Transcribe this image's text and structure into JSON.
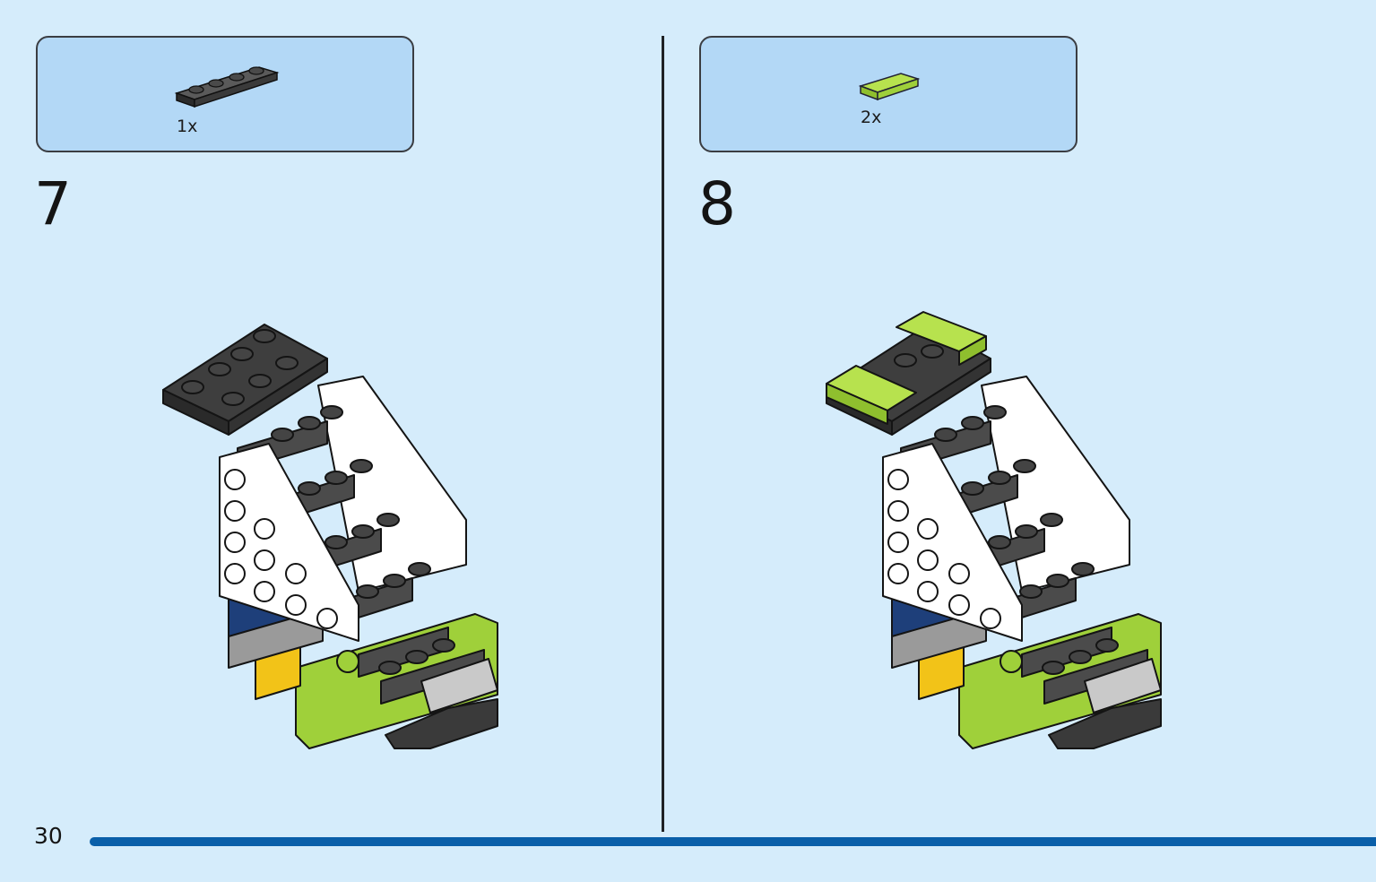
{
  "page": {
    "number": "30",
    "accent_color": "#0a5fa9",
    "background": "#d5ecfb"
  },
  "steps": [
    {
      "number": "7",
      "parts": [
        {
          "quantity": "1x",
          "piece": "dark-gray-plate-1x4",
          "color": "#3c3c3c"
        }
      ]
    },
    {
      "number": "8",
      "parts": [
        {
          "quantity": "2x",
          "piece": "lime-tile-1x2",
          "color": "#a5d840"
        }
      ]
    }
  ]
}
